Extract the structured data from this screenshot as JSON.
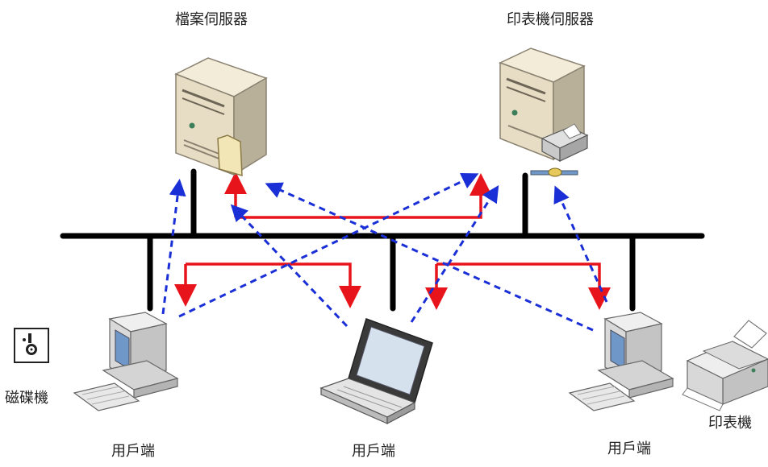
{
  "labels": {
    "file_server": "檔案伺服器",
    "print_server": "印表機伺服器",
    "client_left": "用戶端",
    "client_middle": "用戶端",
    "client_right": "用戶端",
    "disk_drive": "磁碟機",
    "printer": "印表機"
  },
  "colors": {
    "network_line": "#000000",
    "solid_arrow": "#e8141c",
    "dashed_arrow": "#1a2fd6",
    "server_case": "#e6ddc4",
    "monitor_case": "#dddddd",
    "screen": "#6f98c8"
  },
  "icons": {
    "file_server": "server-tower-folder-icon",
    "print_server": "server-tower-printer-icon",
    "client_desktop": "desktop-computer-icon",
    "client_laptop": "laptop-icon",
    "disk": "floppy-disk-icon",
    "printer": "printer-icon"
  }
}
